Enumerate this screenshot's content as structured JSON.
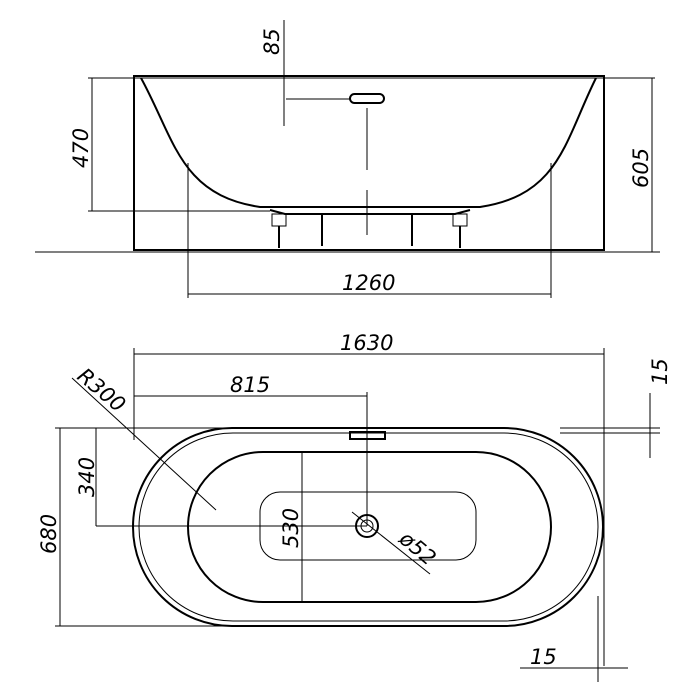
{
  "dimensions": {
    "overflow_offset": "85",
    "inner_depth": "470",
    "total_height": "605",
    "base_width": "1260",
    "total_length": "1630",
    "half_length": "815",
    "corner_radius": "R300",
    "wall_top": "15",
    "half_width": "340",
    "total_width": "680",
    "inner_width": "530",
    "drain_diameter": "ø52",
    "wall_side": "15"
  }
}
